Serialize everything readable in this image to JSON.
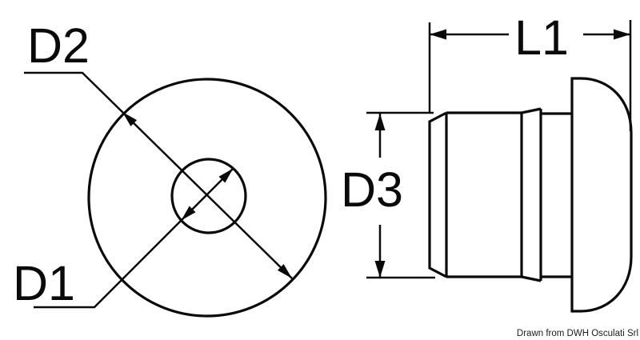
{
  "diagram": {
    "type": "technical-dimension-drawing",
    "front_view": {
      "outer_diameter_label": "D2",
      "inner_diameter_label": "D1"
    },
    "side_view": {
      "length_label": "L1",
      "diameter_label": "D3"
    },
    "attribution": "Drawn from DWH Osculati Srl",
    "colors": {
      "line": "#0a0a0a",
      "background": "#ffffff",
      "attribution_text": "#1c1c1c"
    }
  }
}
